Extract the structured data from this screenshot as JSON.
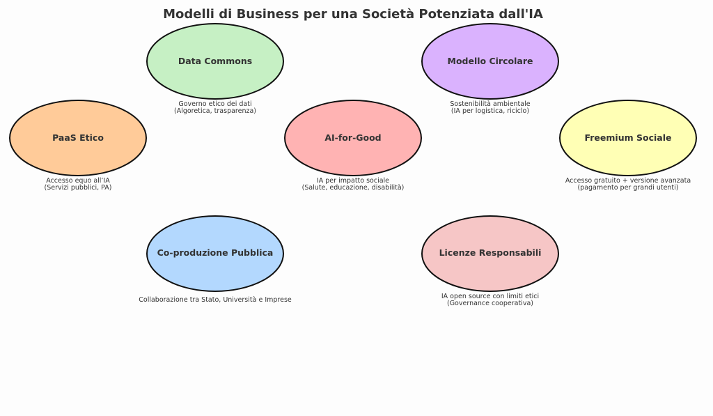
{
  "diagram": {
    "title": "Modelli di Business per una Società Potenziata dall'IA",
    "nodes": [
      {
        "id": "data-commons",
        "label": "Data Commons",
        "fill": "#c6f0c4",
        "desc1": "Governo etico dei dati",
        "desc2": "(Algoretica, trasparenza)"
      },
      {
        "id": "modello-circolare",
        "label": "Modello Circolare",
        "fill": "#dab2fe",
        "desc1": "Sostenibilità ambientale",
        "desc2": "(IA per logistica, riciclo)"
      },
      {
        "id": "paas-etico",
        "label": "PaaS Etico",
        "fill": "#ffcb99",
        "desc1": "Accesso equo all’IA",
        "desc2": "(Servizi pubblici, PA)"
      },
      {
        "id": "ai-for-good",
        "label": "AI-for-Good",
        "fill": "#ffb3b3",
        "desc1": "IA per impatto sociale",
        "desc2": "(Salute, educazione, disabilità)"
      },
      {
        "id": "freemium-sociale",
        "label": "Freemium Sociale",
        "fill": "#ffffb5",
        "desc1": "Accesso gratuito + versione avanzata",
        "desc2": "(pagamento per grandi utenti)"
      },
      {
        "id": "co-produzione-pubblica",
        "label": "Co-produzione Pubblica",
        "fill": "#b3d8fe",
        "desc1": "Collaborazione tra Stato, Università e Imprese",
        "desc2": ""
      },
      {
        "id": "licenze-responsabili",
        "label": "Licenze Responsabili",
        "fill": "#f6c6c6",
        "desc1": "IA open source con limiti etici",
        "desc2": "(Governance cooperativa)"
      }
    ]
  }
}
